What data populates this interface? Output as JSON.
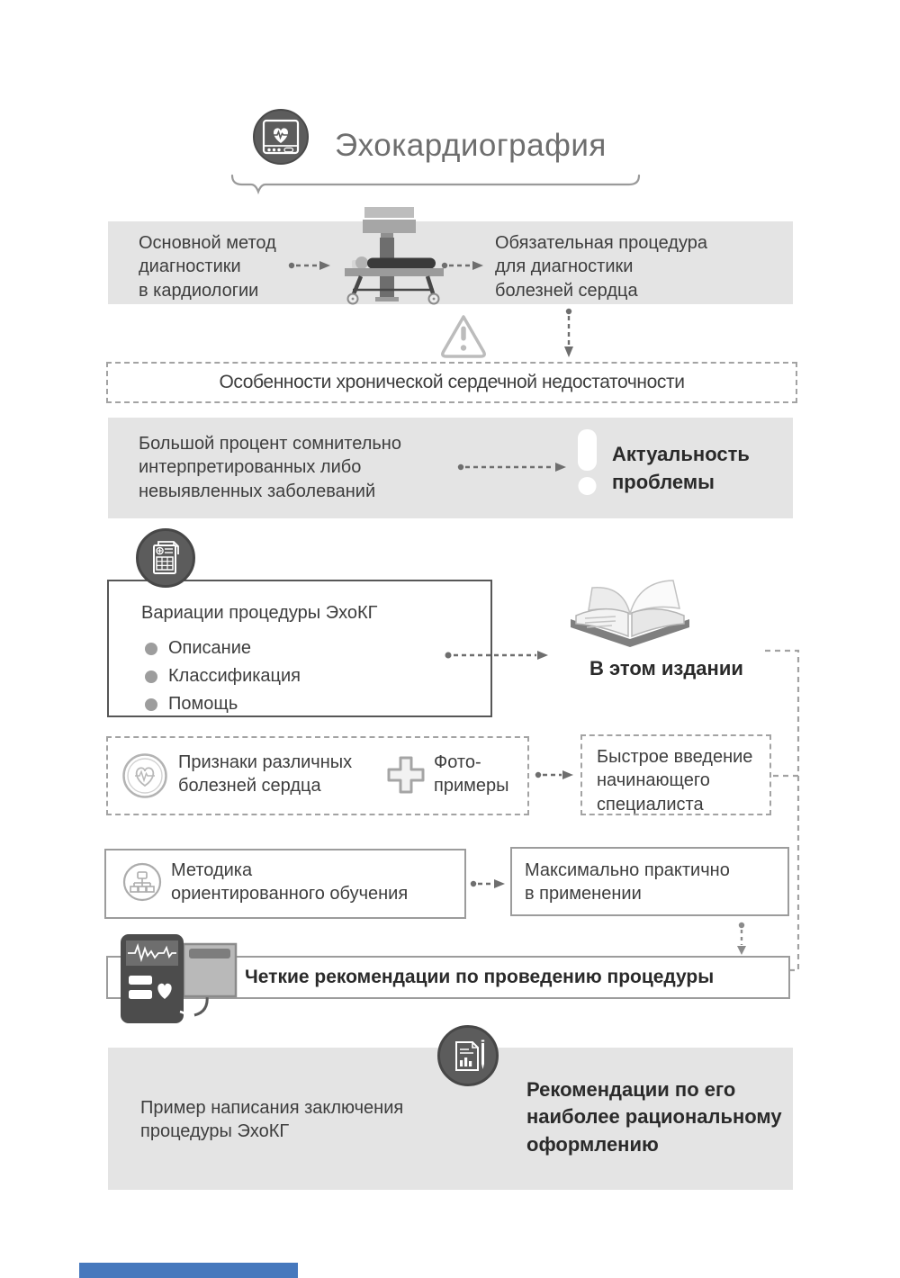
{
  "title": "Эхокардиография",
  "accent_blue": "#4678bd",
  "band1": {
    "left": "Основной метод\nдиагностики\nв кардиологии",
    "right": "Обязательная процедура\nдля диагностики\nболезней сердца"
  },
  "warning_note": "Особенности хронической сердечной недостаточности",
  "band2": {
    "left": "Большой процент сомнительно\nинтерпретированных либо\nневыявленных заболеваний",
    "right_bold": "Актуальность\nпроблемы"
  },
  "variations": {
    "title": "Вариации процедуры ЭхоКГ",
    "items": [
      "Описание",
      "Классификация",
      "Помощь"
    ]
  },
  "edition": {
    "label": "В этом издании"
  },
  "signs": {
    "text": "Признаки различных\nболезней сердца",
    "photo": "Фото-\nпримеры"
  },
  "quick_intro": "Быстрое введение\nначинающего\nспециалиста",
  "method": "Методика\nориентированного обучения",
  "practical": "Максимально практично\nв применении",
  "clear_recommendations": "Четкие рекомендации по проведению процедуры",
  "bottom": {
    "left": "Пример написания заключения\nпроцедуры ЭхоКГ",
    "right_bold": "Рекомендации по его\nнаиболее рациональному\nоформлению"
  },
  "icons": {
    "echo-monitor-icon": "circled ECG monitor with heart",
    "patient-table-icon": "patient lying on exam table",
    "warning-triangle-icon": "rounded warning triangle with exclamation",
    "exclamation-icon": "large white exclamation mark",
    "clipboard-icon": "circled clipboard with table and cross",
    "open-book-icon": "open book",
    "heart-ecg-icon": "outlined circle with heart and ECG trace",
    "plus-icon": "outlined plus cross",
    "org-chart-icon": "outlined circle with hierarchy chart",
    "ecg-device-icon": "dark ECG device with monitor",
    "report-pen-icon": "circled report page with pen"
  }
}
